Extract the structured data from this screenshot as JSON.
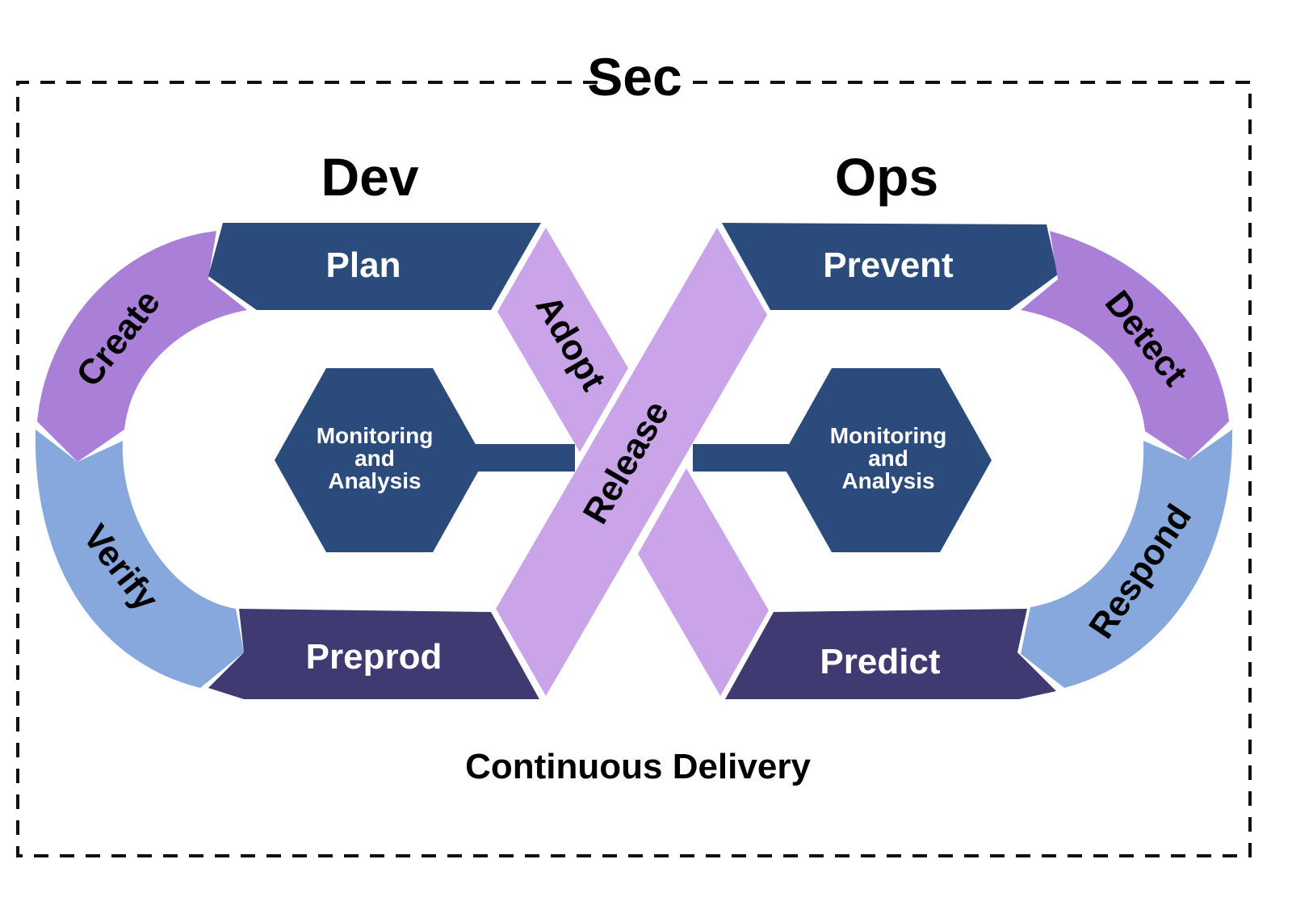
{
  "title": "Sec",
  "headings": {
    "left": "Dev",
    "right": "Ops"
  },
  "segments": {
    "plan": "Plan",
    "create": "Create",
    "verify": "Verify",
    "preprod": "Preprod",
    "adopt": "Adopt",
    "release": "Release",
    "prevent": "Prevent",
    "detect": "Detect",
    "respond": "Respond",
    "predict": "Predict"
  },
  "hubs": {
    "left": {
      "line1": "Monitoring",
      "line2": "and",
      "line3": "Analysis"
    },
    "right": {
      "line1": "Monitoring",
      "line2": "and",
      "line3": "Analysis"
    }
  },
  "footer": "Continuous Delivery",
  "colors": {
    "dark_blue": "#2b4b7d",
    "dark_purple": "#3f3a72",
    "mid_purple": "#a97fd8",
    "light_purple": "#c9a4e8",
    "light_blue": "#86a8dc",
    "frame": "#111111"
  }
}
